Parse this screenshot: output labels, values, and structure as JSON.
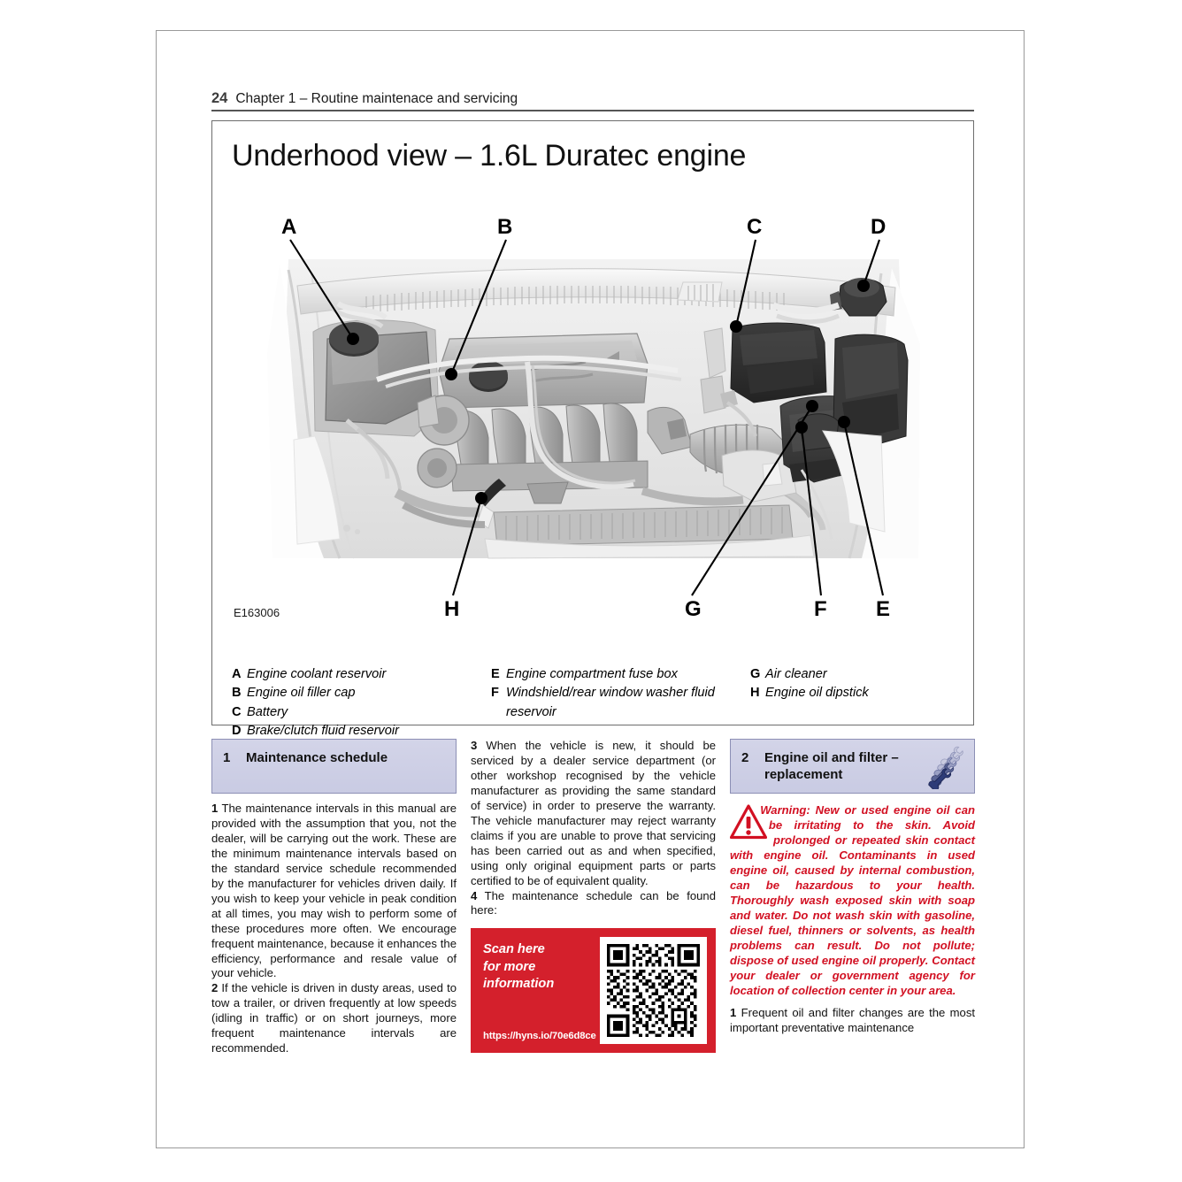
{
  "page": {
    "number": "24",
    "chapter": "Chapter 1 – Routine maintenace and servicing"
  },
  "figure": {
    "title": "Underhood view – 1.6L Duratec engine",
    "image_code": "E163006",
    "callouts": [
      "A",
      "B",
      "C",
      "D",
      "E",
      "F",
      "G",
      "H"
    ],
    "legend_columns": [
      [
        {
          "key": "A",
          "text": "Engine coolant reservoir"
        },
        {
          "key": "B",
          "text": "Engine oil filler cap"
        },
        {
          "key": "C",
          "text": "Battery"
        },
        {
          "key": "D",
          "text": "Brake/clutch fluid reservoir"
        }
      ],
      [
        {
          "key": "E",
          "text": "Engine compartment fuse box"
        },
        {
          "key": "F",
          "text": "Windshield/rear window washer fluid reservoir"
        }
      ],
      [
        {
          "key": "G",
          "text": "Air cleaner"
        },
        {
          "key": "H",
          "text": "Engine oil dipstick"
        }
      ]
    ]
  },
  "sections": {
    "maintenance_schedule": {
      "number": "1",
      "title": "Maintenance schedule",
      "paragraphs": [
        {
          "num": "1",
          "text": "The maintenance intervals in this manual are provided with the assumption that you, not the dealer, will be carrying out the work. These are the minimum maintenance intervals based on the standard service schedule recommended by the manufacturer for vehicles driven daily. If you wish to keep your vehicle in peak condition at all times, you may wish to perform some of these procedures more often. We encourage frequent maintenance, because it enhances the efficiency, performance and resale value of your vehicle."
        },
        {
          "num": "2",
          "text": "If the vehicle is driven in dusty areas, used to tow a trailer, or driven frequently at low speeds (idling in traffic) or on short journeys, more frequent maintenance intervals are recommended."
        },
        {
          "num": "3",
          "text": "When the vehicle is new, it should be serviced by a dealer service department (or other workshop recognised by the vehicle manufacturer as providing the same standard of service) in order to preserve the warranty. The vehicle manufacturer may reject warranty claims if you are unable to prove that servicing has been carried out as and when specified, using only original equipment parts or parts certified to be of equivalent quality."
        },
        {
          "num": "4",
          "text": "The maintenance schedule can be found here:"
        }
      ]
    },
    "engine_oil_filter": {
      "number": "2",
      "title_line1": "Engine oil and filter –",
      "title_line2": "replacement",
      "spanner_rating": 5,
      "warning": "Warning: New or used engine oil can be irritating to the skin. Avoid prolonged or repeated skin contact with engine oil. Contaminants in used engine oil, caused by internal combustion, can be hazardous to your health. Thoroughly wash exposed skin with soap and water. Do not wash skin with gasoline, diesel fuel, thinners or solvents, as health problems can result. Do not pollute; dispose of used engine oil properly. Contact your dealer or government agency for location of collection center in your area.",
      "paragraphs": [
        {
          "num": "1",
          "text": "Frequent oil and filter changes are the most important preventative maintenance"
        }
      ]
    }
  },
  "qr_promo": {
    "headline": "Scan here\nfor more\ninformation",
    "url": "https://hyns.io/70e6d8ce"
  },
  "colors": {
    "section_header_fill": "#d0d2e6",
    "section_header_border": "#8c8fb5",
    "warning_red": "#d21022",
    "promo_red": "#d4202c",
    "spanner_blue": "#2e4a8c"
  }
}
